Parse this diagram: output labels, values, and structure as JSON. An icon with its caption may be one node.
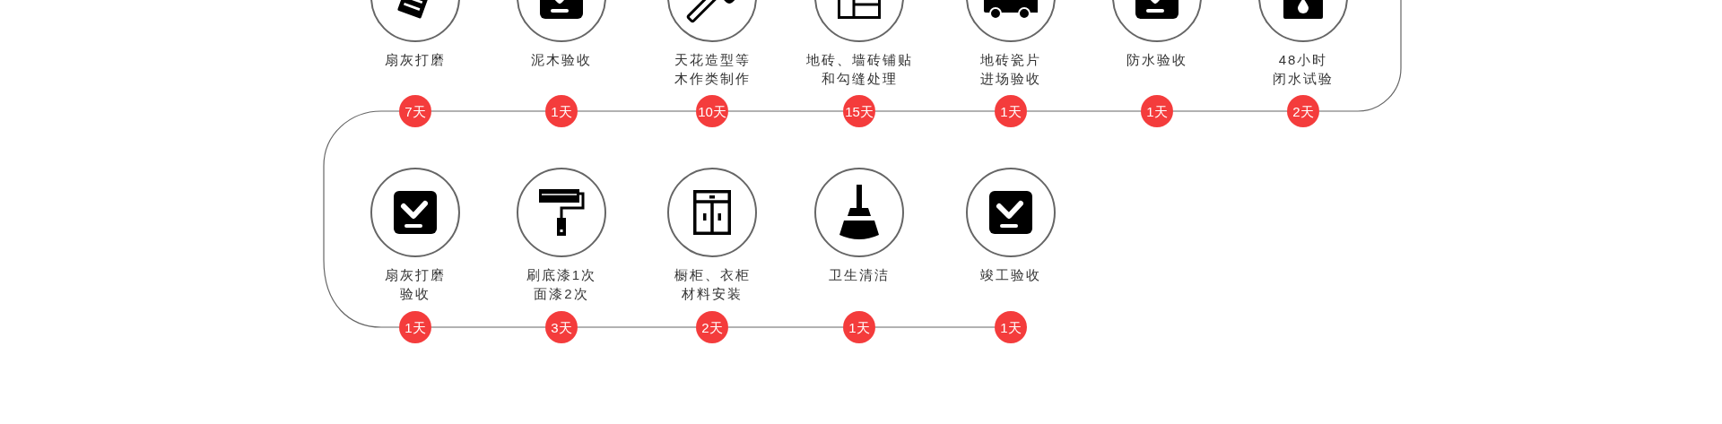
{
  "diagram": {
    "nodes": [
      {
        "text": [
          "扇灰打磨"
        ]
      },
      {
        "text": [
          "7天"
        ]
      },
      {
        "text": [
          "泥木验收"
        ]
      },
      {
        "text": [
          "1天"
        ]
      },
      {
        "text": [
          "天花造型等木作类制作"
        ]
      },
      {
        "text": [
          "10天"
        ]
      },
      {
        "text": [
          "地砖、墙砖铺贴和勾缝处理"
        ]
      },
      {
        "text": [
          "15天"
        ]
      },
      {
        "text": [
          "地砖瓷片进场验收"
        ]
      },
      {
        "text": [
          "1天"
        ]
      },
      {
        "text": [
          "防水验收"
        ]
      },
      {
        "text": [
          "1天"
        ]
      },
      {
        "text": [
          "48小时闭水试验"
        ]
      },
      {
        "text": [
          "2天"
        ]
      },
      {
        "text": [
          "扇灰打磨验收"
        ]
      },
      {
        "text": [
          "1天"
        ]
      },
      {
        "text": [
          "刷底漆1次面漆2次"
        ]
      },
      {
        "text": [
          "3天"
        ]
      },
      {
        "text": [
          "橱柜、衣柜材料安装"
        ]
      },
      {
        "text": [
          "2天"
        ]
      },
      {
        "text": [
          "卫生清洁"
        ]
      },
      {
        "text": [
          "1天"
        ]
      },
      {
        "text": [
          "竣工验收"
        ]
      },
      {
        "text": [
          "1天"
        ]
      }
    ],
    "edges": [
      {
        "from": null,
        "to": 13,
        "arrow": "none"
      },
      {
        "from": 13,
        "to": 11,
        "arrow": "none"
      },
      {
        "from": 11,
        "to": 9,
        "arrow": "none"
      },
      {
        "from": 9,
        "to": 7,
        "arrow": "none"
      },
      {
        "from": 7,
        "to": 5,
        "arrow": "none"
      },
      {
        "from": 5,
        "to": 3,
        "arrow": "none"
      },
      {
        "from": 3,
        "to": 1,
        "arrow": "none"
      },
      {
        "from": 1,
        "to": 15,
        "arrow": "none"
      },
      {
        "from": 15,
        "to": 17,
        "arrow": "none"
      },
      {
        "from": 17,
        "to": 19,
        "arrow": "none"
      },
      {
        "from": 19,
        "to": 21,
        "arrow": "none"
      },
      {
        "from": 21,
        "to": 23,
        "arrow": "none"
      }
    ]
  }
}
